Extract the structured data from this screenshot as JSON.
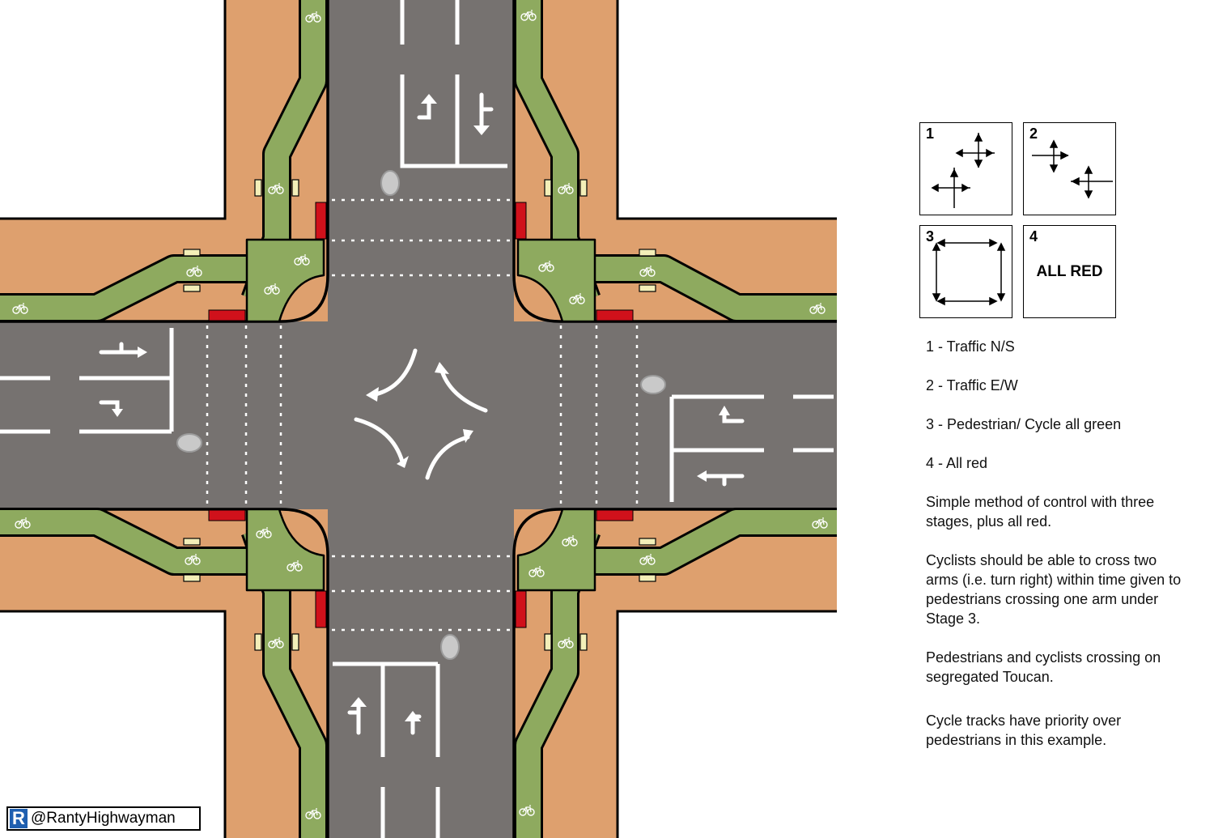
{
  "stages": [
    {
      "num": "1"
    },
    {
      "num": "2"
    },
    {
      "num": "3"
    },
    {
      "num": "4",
      "label": "ALL RED"
    }
  ],
  "notes": [
    "1 - Traffic N/S",
    "2 - Traffic E/W",
    "3 - Pedestrian/ Cycle all green",
    "4 - All red",
    "Simple method of control with three stages, plus all red.",
    "Cyclists should be able to cross two arms (i.e. turn right) within time given to pedestrians crossing one arm under Stage 3.",
    "Pedestrians and cyclists crossing on segregated Toucan.",
    "Cycle tracks have priority over pedestrians in this example."
  ],
  "credit": {
    "logo": "R",
    "handle": "@RantyHighwayman"
  },
  "colors": {
    "road": "#767270",
    "footway": "#dea06e",
    "cycle_track": "#8eaa5f",
    "red_surface": "#d0111b",
    "marking": "#ffffff",
    "background": "#ffffff"
  }
}
